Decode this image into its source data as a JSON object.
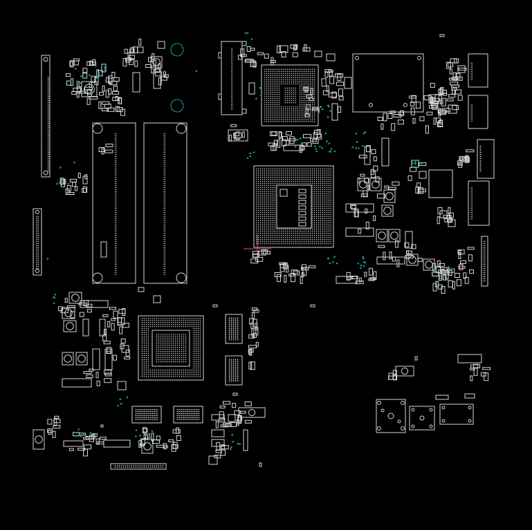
{
  "view": {
    "background": "#000000",
    "outline_color": "#d8d8d8",
    "via_color": "#1aa3a3",
    "cursor_color": "#d06080"
  },
  "components": [
    {
      "id": "cpu-socket",
      "kind": "bga-socket"
    },
    {
      "id": "pch-chip",
      "kind": "bga"
    },
    {
      "id": "gpu-chip",
      "kind": "bga"
    },
    {
      "id": "dimm-slot-a",
      "kind": "connector"
    },
    {
      "id": "dimm-slot-b",
      "kind": "connector"
    },
    {
      "id": "lan-chip",
      "kind": "qfn"
    },
    {
      "id": "side-connector-left",
      "kind": "connector"
    },
    {
      "id": "side-connector-right",
      "kind": "connector"
    }
  ]
}
